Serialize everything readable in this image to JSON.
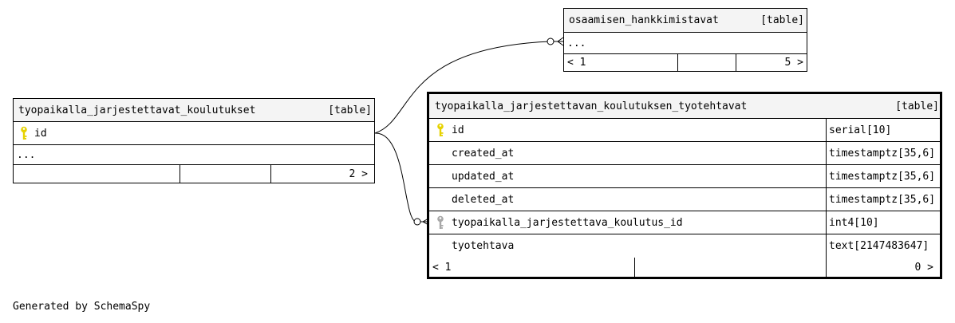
{
  "tables": {
    "hankkimistavat": {
      "name": "osaamisen_hankkimistavat",
      "type": "[table]",
      "ellipsis": "...",
      "footer": {
        "left": "< 1",
        "right": "5 >"
      }
    },
    "koulutukset": {
      "name": "tyopaikalla_jarjestettavat_koulutukset",
      "type": "[table]",
      "columns": [
        {
          "name": "id",
          "key": "primary"
        }
      ],
      "ellipsis": "...",
      "footer": {
        "left": "",
        "right": "2 >"
      }
    },
    "tyotehtavat": {
      "name": "tyopaikalla_jarjestettavan_koulutuksen_tyotehtavat",
      "type": "[table]",
      "columns": [
        {
          "name": "id",
          "datatype": "serial[10]",
          "key": "primary"
        },
        {
          "name": "created_at",
          "datatype": "timestamptz[35,6]",
          "key": ""
        },
        {
          "name": "updated_at",
          "datatype": "timestamptz[35,6]",
          "key": ""
        },
        {
          "name": "deleted_at",
          "datatype": "timestamptz[35,6]",
          "key": ""
        },
        {
          "name": "tyopaikalla_jarjestettava_koulutus_id",
          "datatype": "int4[10]",
          "key": "foreign"
        },
        {
          "name": "tyotehtava",
          "datatype": "text[2147483647]",
          "key": ""
        }
      ],
      "footer": {
        "left": "< 1",
        "right": "0 >"
      }
    }
  },
  "colors": {
    "primary_key": "#e6d200",
    "foreign_key": "#a8a8a8",
    "header_bg": "#f4f4f4"
  },
  "icons": {
    "primary_key": "primary-key-icon",
    "foreign_key": "foreign-key-icon"
  },
  "footer_text": "Generated by SchemaSpy"
}
